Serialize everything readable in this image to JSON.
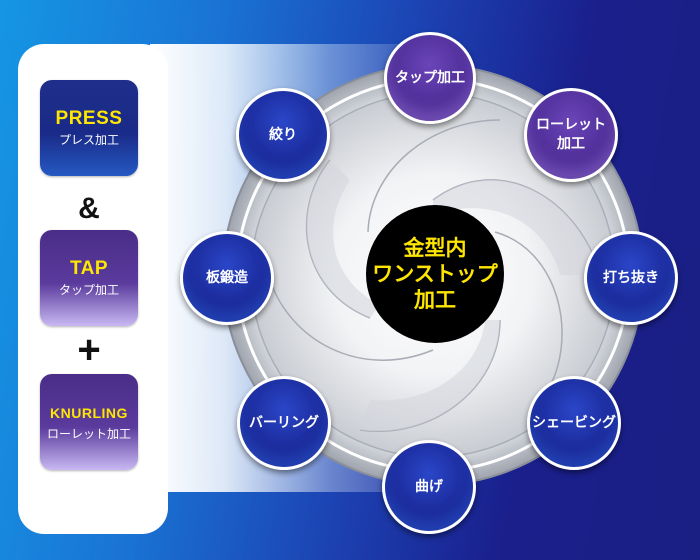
{
  "left_panel": {
    "cards": [
      {
        "en": "PRESS",
        "jp": "プレス加工"
      },
      {
        "en": "TAP",
        "jp": "タップ加工"
      },
      {
        "en": "KNURLING",
        "jp": "ローレット加工"
      }
    ],
    "symbols": {
      "and": "&",
      "plus": "+"
    }
  },
  "center": {
    "lines": [
      "金型内",
      "ワンストップ",
      "加工"
    ]
  },
  "nodes": {
    "tap": [
      "タップ加工"
    ],
    "knurl": [
      "ローレット",
      "加工"
    ],
    "punch": [
      "打ち抜き"
    ],
    "shaving": [
      "シェービング"
    ],
    "bend": [
      "曲げ"
    ],
    "burring": [
      "バーリング"
    ],
    "plate_forging": [
      "板鍛造"
    ],
    "drawing": [
      "絞り"
    ]
  },
  "colors": {
    "accent_yellow": "#ffe600",
    "node_blue": "#1b2a9a",
    "node_purple": "#4c2c95"
  }
}
